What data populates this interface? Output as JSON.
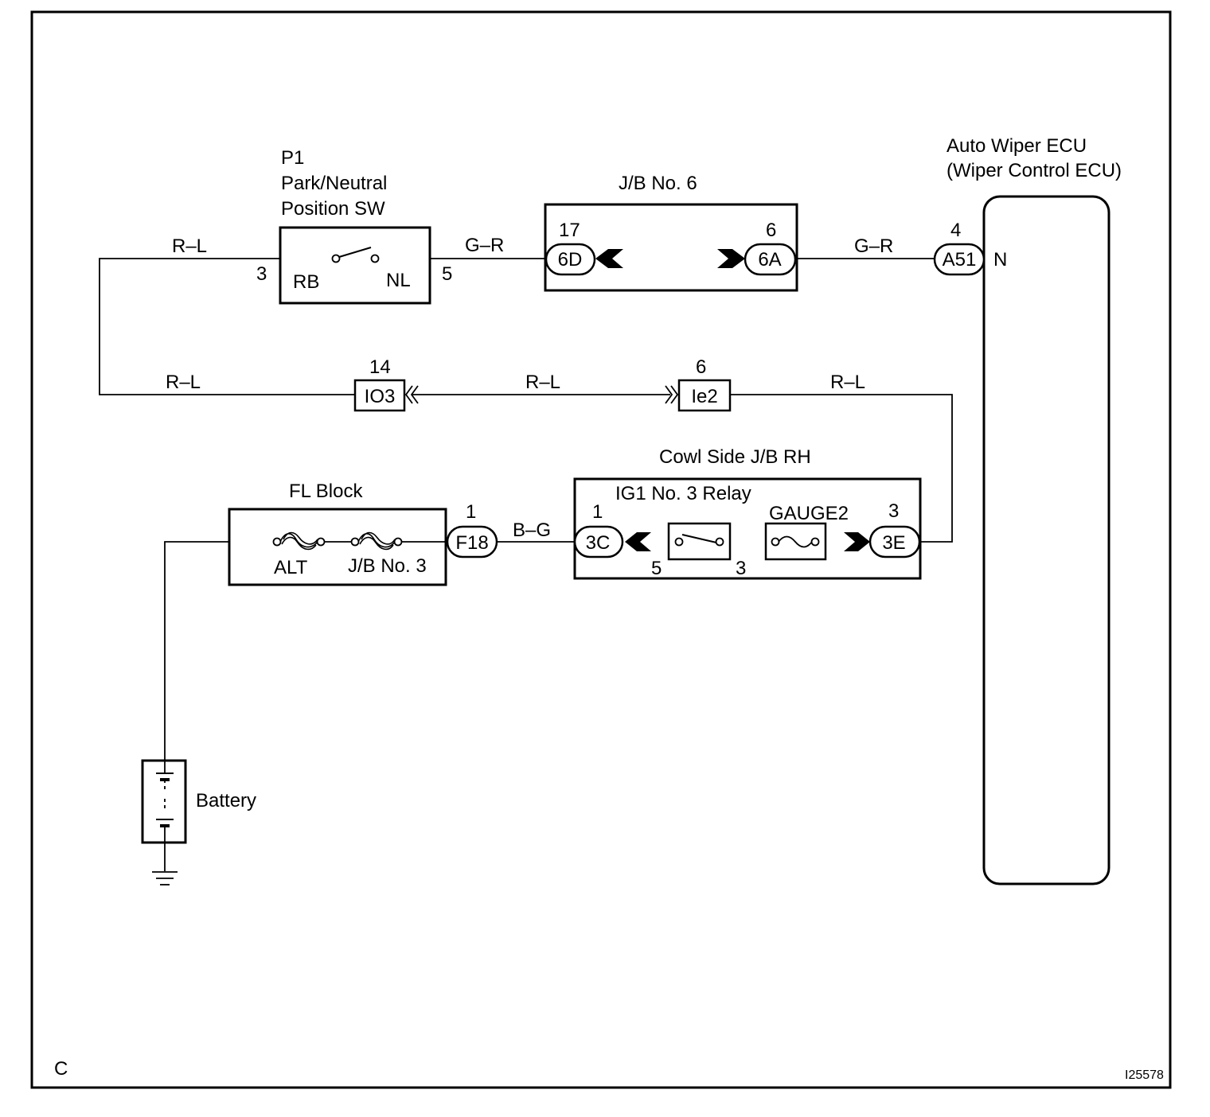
{
  "diagram": {
    "corner_letter": "C",
    "figure_id": "I25578",
    "components": {
      "pn_switch": {
        "code": "P1",
        "name_line1": "Park/Neutral",
        "name_line2": "Position SW",
        "term_left": "RB",
        "term_right": "NL",
        "pin_left": "3",
        "pin_right": "5"
      },
      "jb6": {
        "title": "J/B No. 6",
        "conn_left": "6D",
        "pin_left": "17",
        "conn_right": "6A",
        "pin_right": "6"
      },
      "ecu": {
        "title_line1": "Auto Wiper ECU",
        "title_line2": "(Wiper Control ECU)",
        "conn": "A51",
        "pin": "4",
        "terminal": "N"
      },
      "conn_io3": {
        "label": "IO3",
        "pin": "14"
      },
      "conn_ie2": {
        "label": "Ie2",
        "pin": "6"
      },
      "cowl_jb": {
        "title": "Cowl Side J/B RH",
        "relay_label": "IG1 No. 3 Relay",
        "fuse_label": "GAUGE2",
        "conn_left": "3C",
        "pin_left": "1",
        "conn_right": "3E",
        "pin_right": "3",
        "relay_pin_left": "5",
        "relay_pin_right": "3"
      },
      "fl_block": {
        "title": "FL Block",
        "fuse1": "ALT",
        "fuse2": "J/B No. 3",
        "conn": "F18",
        "pin": "1"
      },
      "battery": {
        "label": "Battery"
      }
    },
    "wires": {
      "w_sw_left": "R–L",
      "w_sw_right": "G–R",
      "w_jb_ecu": "G–R",
      "w_left_mid": "R–L",
      "w_io3_ie2": "R–L",
      "w_ie2_right": "R–L",
      "w_f18_3c": "B–G"
    }
  }
}
